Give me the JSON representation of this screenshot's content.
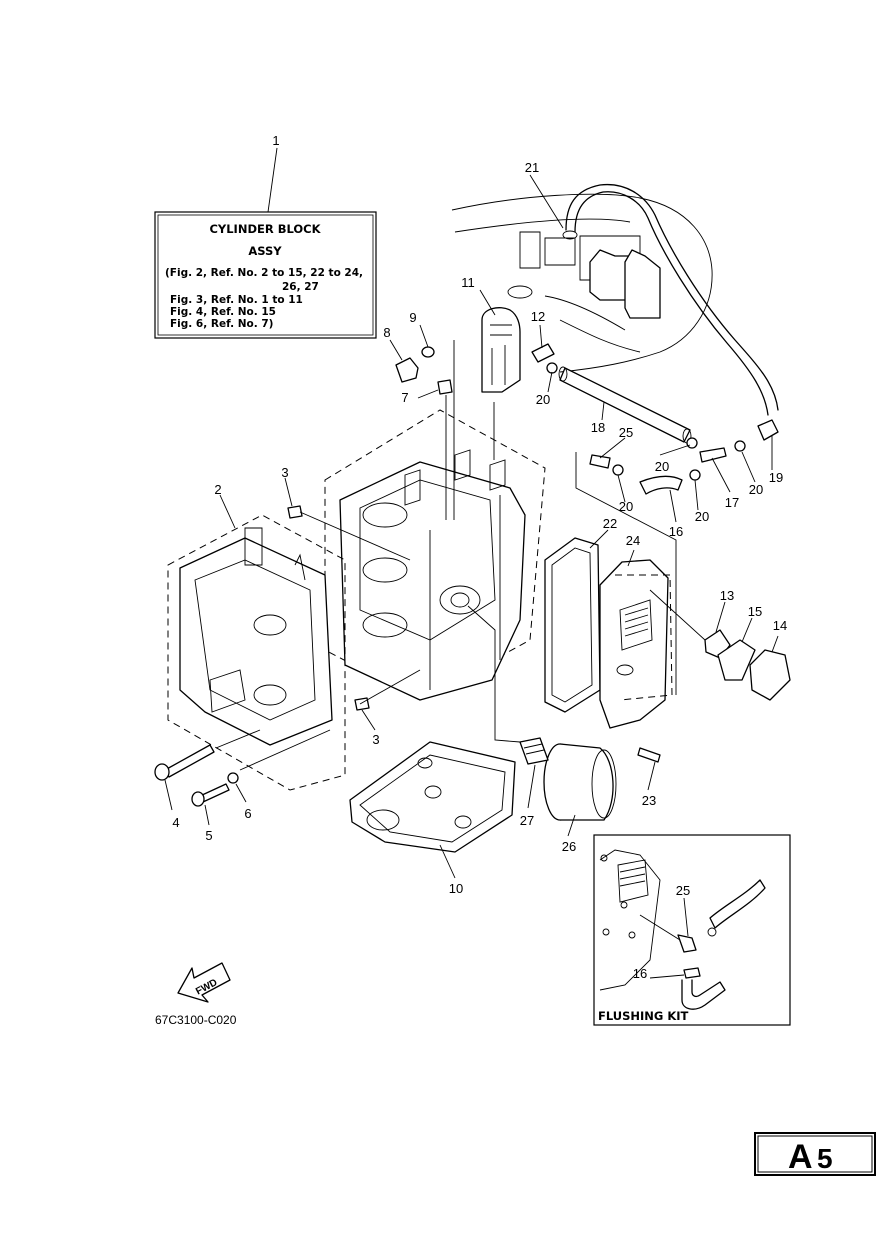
{
  "info_box": {
    "title": "CYLINDER BLOCK",
    "subtitle": "ASSY",
    "lines": [
      "(Fig. 2, Ref. No. 2 to 15, 22 to 24,",
      "26, 27",
      "Fig. 3, Ref. No. 1 to 11",
      "Fig. 4, Ref. No. 15",
      "Fig. 6, Ref. No. 7)"
    ]
  },
  "callouts": {
    "c1": "1",
    "c2": "2",
    "c3a": "3",
    "c3b": "3",
    "c4": "4",
    "c5": "5",
    "c6": "6",
    "c7": "7",
    "c8": "8",
    "c9": "9",
    "c10": "10",
    "c11": "11",
    "c12": "12",
    "c13": "13",
    "c14": "14",
    "c15": "15",
    "c16": "16",
    "c17": "17",
    "c18": "18",
    "c19": "19",
    "c20a": "20",
    "c20b": "20",
    "c20c": "20",
    "c20d": "20",
    "c20e": "20",
    "c21": "21",
    "c22": "22",
    "c23": "23",
    "c24": "24",
    "c25": "25",
    "c26": "26",
    "c27": "27"
  },
  "flushing_kit": {
    "title": "FLUSHING KIT",
    "c25": "25",
    "c16": "16"
  },
  "fwd_arrow": "FWD",
  "figure_code": "67C3100-C020",
  "page_tag": {
    "letter": "A",
    "number": "5"
  }
}
